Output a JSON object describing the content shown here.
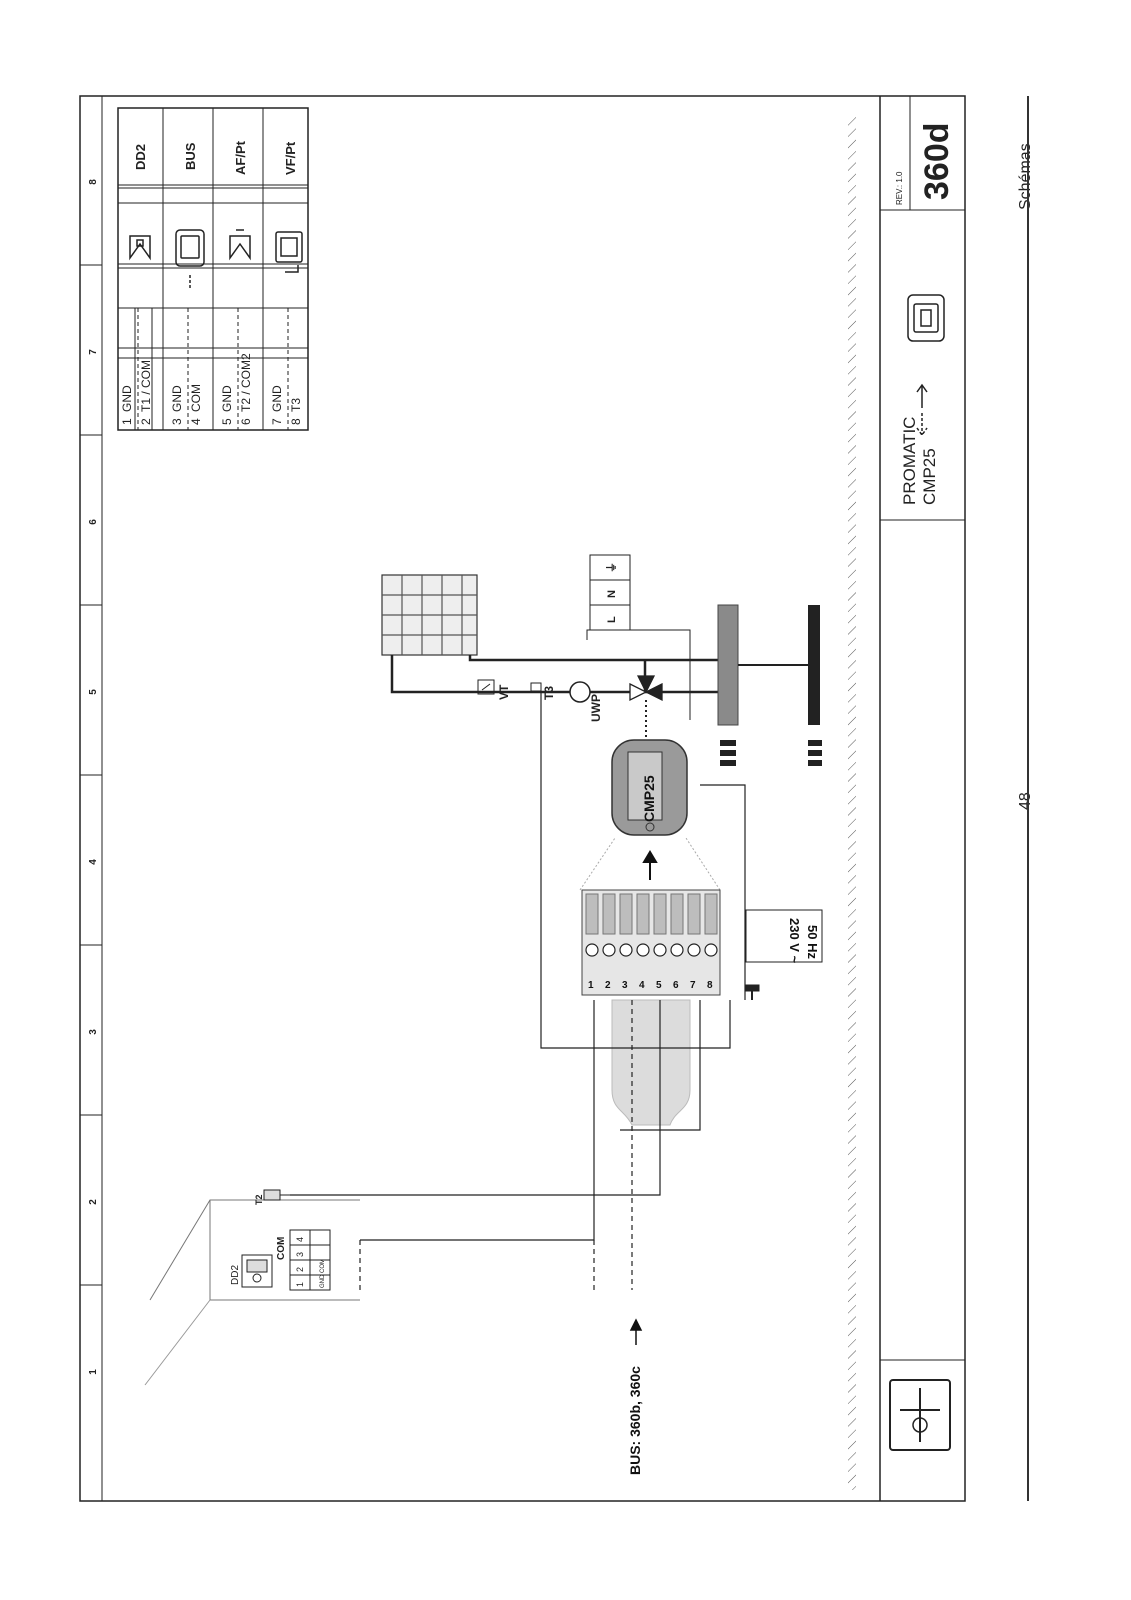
{
  "column_numbers": [
    "1",
    "2",
    "3",
    "4",
    "5",
    "6",
    "7",
    "8"
  ],
  "room_unit": {
    "label": "DD2",
    "com_label": "COM",
    "terminals": [
      "1",
      "2",
      "3",
      "4"
    ],
    "terminal_subs": [
      "GND",
      "COM"
    ],
    "sensor_label": "T2"
  },
  "bus_note": "BUS: 360b, 360c",
  "terminal_numbers": [
    "1",
    "2",
    "3",
    "4",
    "5",
    "6",
    "7",
    "8"
  ],
  "power_label": [
    "230 V ~",
    "50 Hz"
  ],
  "controller": "CMP25",
  "hydraulic": {
    "vt": "VT",
    "t3": "T3",
    "uwp": "UWP",
    "mains": [
      "L",
      "N",
      "⏚"
    ]
  },
  "legend": {
    "rows": [
      {
        "nums": [
          "1",
          "2"
        ],
        "terms": [
          "GND",
          "T1 / COM"
        ],
        "icon": "outdoor-sensor-icon",
        "name": "DD2"
      },
      {
        "nums": [
          "3",
          "4"
        ],
        "terms": [
          "GND",
          "COM"
        ],
        "icon": "bus-device-icon",
        "name": "BUS"
      },
      {
        "nums": [
          "5",
          "6"
        ],
        "terms": [
          "GND",
          "T2 / COM2"
        ],
        "icon": "room-sensor-icon",
        "name": "AF/Pt"
      },
      {
        "nums": [
          "7",
          "8"
        ],
        "terms": [
          "GND",
          "T3"
        ],
        "icon": "flow-sensor-icon",
        "name": "VF/Pt"
      }
    ]
  },
  "title_block": {
    "product_line1": "PROMATIC",
    "product_line2": "CMP25",
    "rev": "REV.: 1.0",
    "drawing_number": "360d"
  },
  "section_label": "Schémas",
  "page_number": "48"
}
